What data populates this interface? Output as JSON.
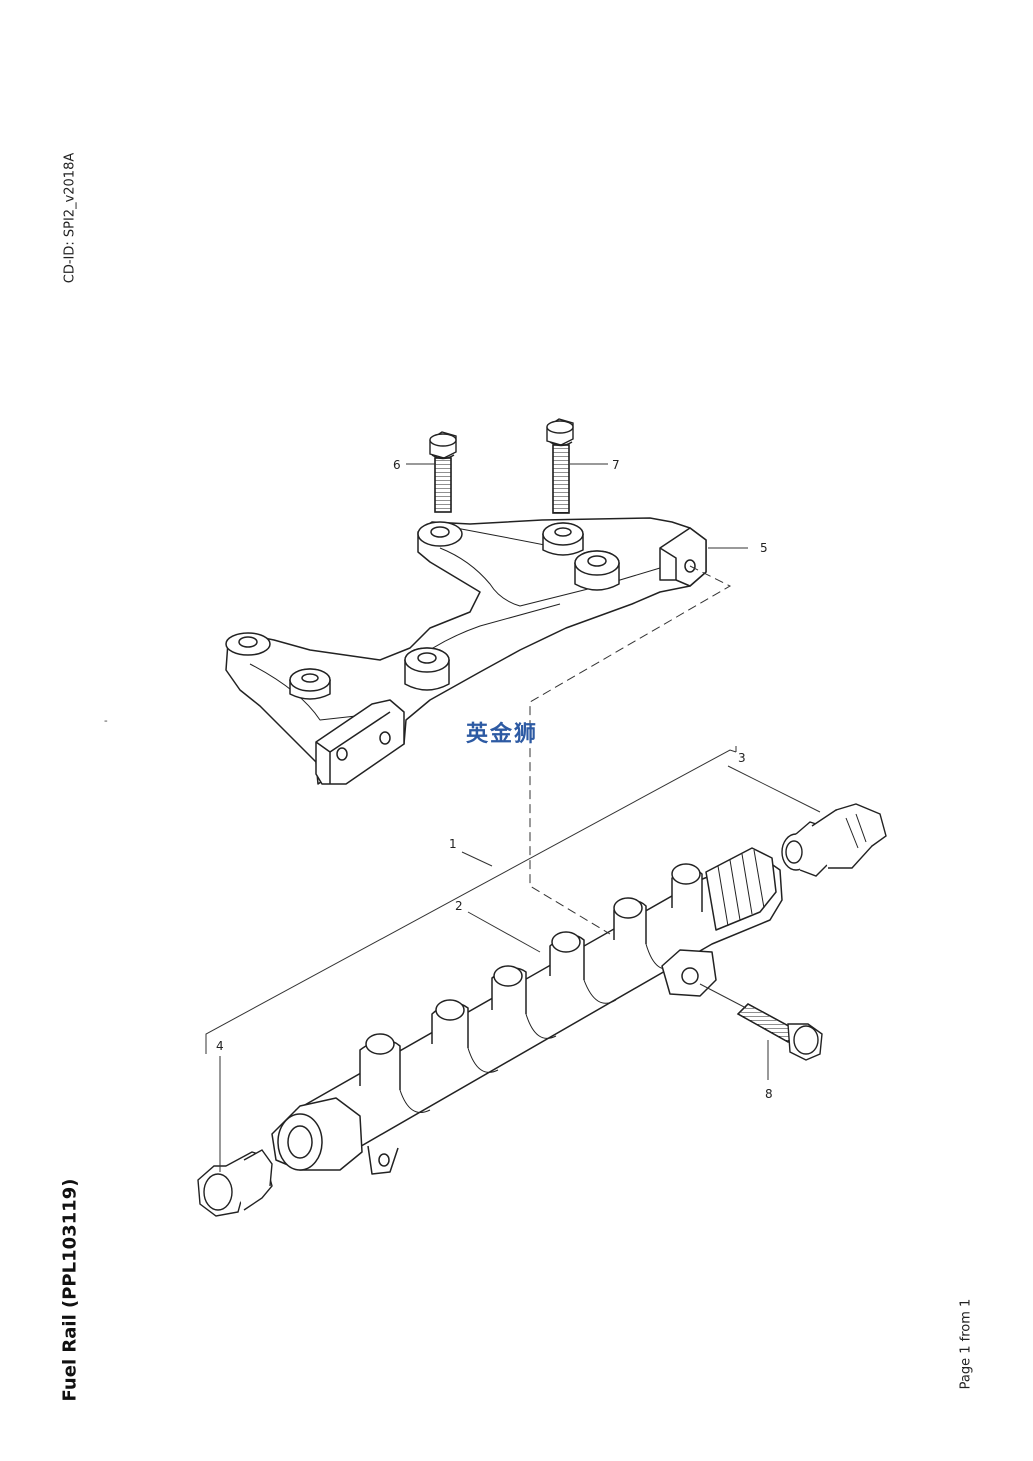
{
  "header": {
    "cd_id": "CD-ID: SPI2_v2018A"
  },
  "footer": {
    "title": "Fuel Rail (PPL103119)",
    "page": "Page 1 from 1"
  },
  "stray_mark": "-",
  "watermark": "英金狮",
  "callouts": {
    "c1": "1",
    "c2": "2",
    "c3": "3",
    "c4": "4",
    "c5": "5",
    "c6": "6",
    "c7": "7",
    "c8": "8"
  }
}
